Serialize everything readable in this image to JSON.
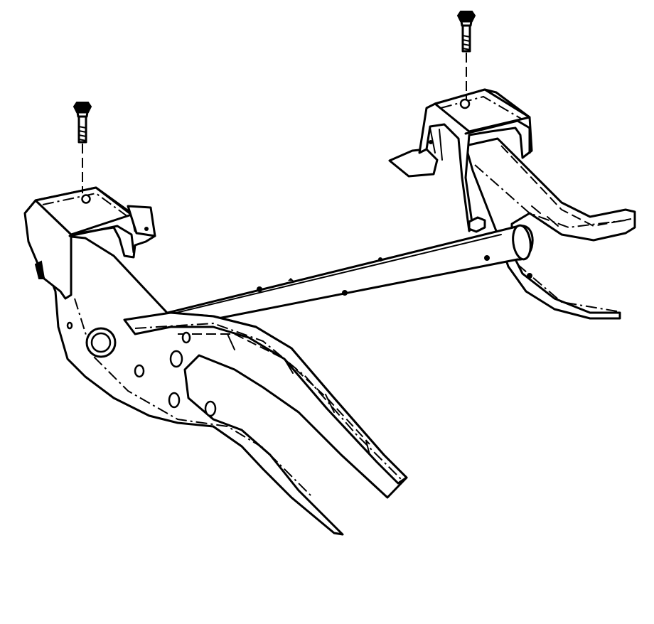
{
  "diagram": {
    "parts": [
      {
        "id": "left-bolt",
        "icon": "bolt-icon"
      },
      {
        "id": "right-bolt",
        "icon": "bolt-icon"
      },
      {
        "id": "left-frame-rail",
        "icon": "frame-rail-icon"
      },
      {
        "id": "right-frame-rail",
        "icon": "frame-rail-icon"
      },
      {
        "id": "crossmember",
        "icon": "crossmember-tube-icon"
      },
      {
        "id": "left-mount-bracket",
        "icon": "bracket-icon"
      },
      {
        "id": "right-mount-bracket",
        "icon": "bracket-icon"
      }
    ],
    "colors": {
      "line": "#000000",
      "background": "#ffffff"
    }
  }
}
